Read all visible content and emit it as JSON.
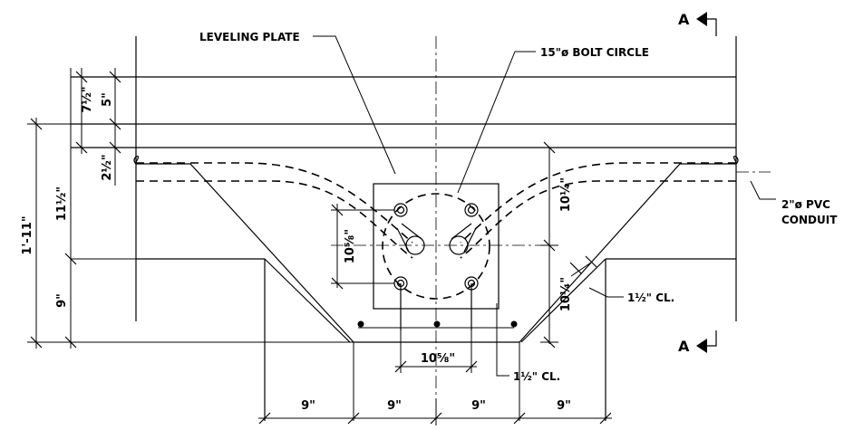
{
  "labels": {
    "leveling_plate": "LEVELING PLATE",
    "bolt_circle": "15\"ø BOLT CIRCLE",
    "section_top": "A",
    "section_bottom": "A",
    "pvc_line1": "2\"ø PVC",
    "pvc_line2": "CONDUIT",
    "clearance_side": "1½\" CL.",
    "clearance_bottom": "1½\" CL."
  },
  "dimensions": {
    "left_7_5": "7½\"",
    "left_5": "5\"",
    "left_2_5": "2½\"",
    "left_11_5": "11½\"",
    "left_1_11": "1'-11\"",
    "left_9": "9\"",
    "bolt_vertical": "10⅝\"",
    "bolt_horizontal": "10⅝\"",
    "right_upper": "10¼\"",
    "right_lower": "10¼\"",
    "bottom_1": "9\"",
    "bottom_2": "9\"",
    "bottom_3": "9\"",
    "bottom_4": "9\""
  }
}
